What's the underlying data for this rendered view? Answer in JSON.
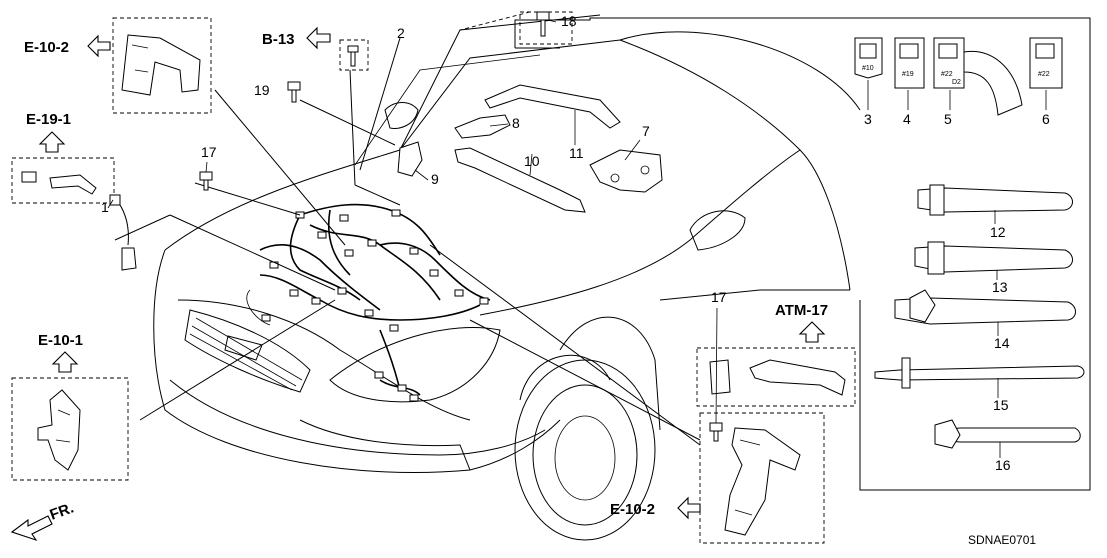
{
  "references": {
    "e10_2_top": "E-10-2",
    "b13": "B-13",
    "e19_1": "E-19-1",
    "e10_1": "E-10-1",
    "atm17": "ATM-17",
    "e10_2_bottom": "E-10-2"
  },
  "front_label": "FR.",
  "diagram_code": "SDNAE0701",
  "callouts": {
    "n1": "1",
    "n2": "2",
    "n3": "3",
    "n4": "4",
    "n5": "5",
    "n6": "6",
    "n7": "7",
    "n8": "8",
    "n9": "9",
    "n10": "10",
    "n11": "11",
    "n12": "12",
    "n13": "13",
    "n14": "14",
    "n15": "15",
    "n16": "16",
    "n17a": "17",
    "n17b": "17",
    "n18": "18",
    "n19": "19"
  },
  "connector_marks": {
    "m3": "#10",
    "m4": "#19",
    "m5": "#22",
    "m5b": "D2",
    "m6": "#22"
  }
}
